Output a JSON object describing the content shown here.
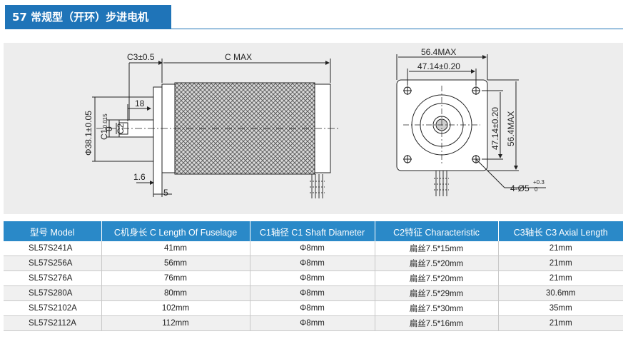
{
  "title": "57 常规型（开环）步进电机",
  "drawing": {
    "side_labels": {
      "c3": "C3±0.5",
      "cmax": "C MAX",
      "diam": "Φ38.1±0.05",
      "c1": "C1",
      "c1_tol_upper": "0",
      "c1_tol_lower": "-0.015",
      "c2": "C2",
      "dim18": "18",
      "dim16": "1.6",
      "dim5": "5"
    },
    "front_labels": {
      "outer_top": "56.4MAX",
      "inner_top": "47.14±0.20",
      "inner_right": "47.14±0.20",
      "outer_right": "56.4MAX",
      "hole_main": "4-Ø5",
      "hole_tol_upper": "+0.3",
      "hole_tol_lower": "0"
    }
  },
  "table": {
    "headers": [
      "型号 Model",
      "C机身长 C Length Of Fuselage",
      "C1轴径 C1 Shaft Diameter",
      "C2特征 Characteristic",
      "C3轴长 C3 Axial Length"
    ],
    "rows": [
      [
        "SL57S241A",
        "41mm",
        "Φ8mm",
        "扁丝7.5*15mm",
        "21mm"
      ],
      [
        "SL57S256A",
        "56mm",
        "Φ8mm",
        "扁丝7.5*20mm",
        "21mm"
      ],
      [
        "SL57S276A",
        "76mm",
        "Φ8mm",
        "扁丝7.5*20mm",
        "21mm"
      ],
      [
        "SL57S280A",
        "80mm",
        "Φ8mm",
        "扁丝7.5*29mm",
        "30.6mm"
      ],
      [
        "SL57S2102A",
        "102mm",
        "Φ8mm",
        "扁丝7.5*30mm",
        "35mm"
      ],
      [
        "SL57S2112A",
        "112mm",
        "Φ8mm",
        "扁丝7.5*16mm",
        "21mm"
      ]
    ]
  }
}
